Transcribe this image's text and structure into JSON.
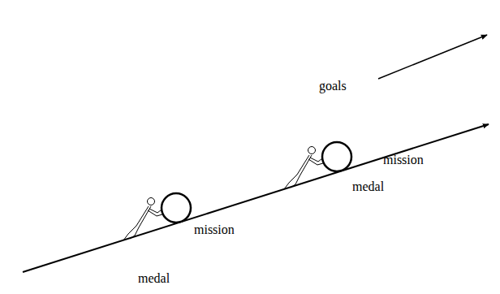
{
  "diagram": {
    "labels": [
      "goals",
      "mission",
      "medal",
      "mission",
      "medal"
    ]
  }
}
